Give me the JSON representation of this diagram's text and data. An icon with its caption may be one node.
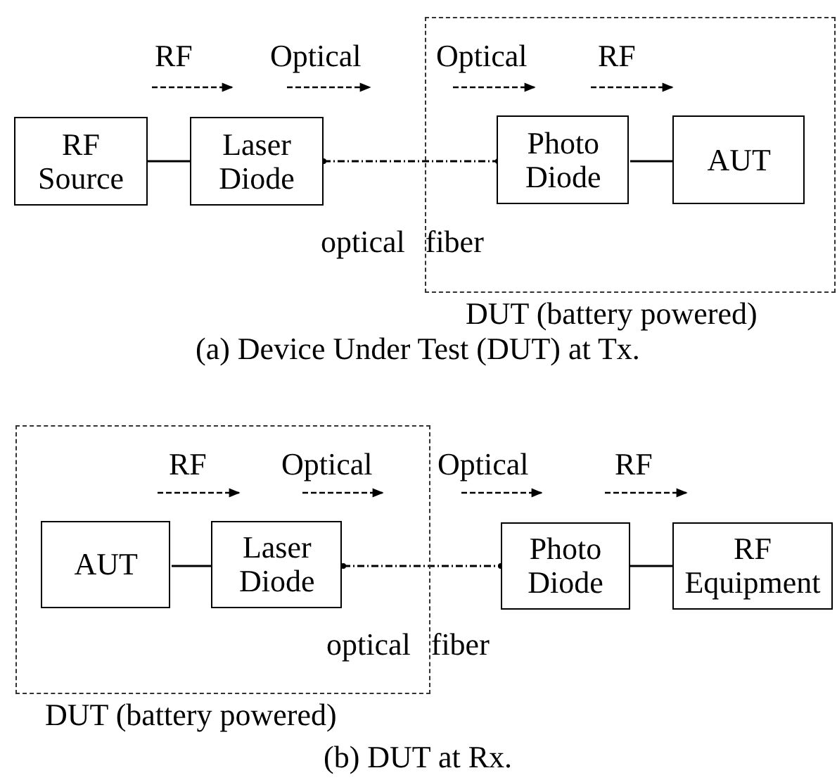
{
  "diagram": {
    "nodes": [
      {
        "text": [
          "DUT (battery powered)"
        ]
      },
      {
        "text": [
          "RF Source"
        ]
      },
      {
        "text": [
          "Laser Diode"
        ]
      },
      {
        "text": [
          "Photo Diode"
        ],
        "in": 0
      },
      {
        "text": [
          "AUT"
        ],
        "in": 0
      },
      {
        "text": [
          "DUT (battery powered)"
        ]
      },
      {
        "text": [
          "AUT"
        ],
        "in": 5
      },
      {
        "text": [
          "Laser Diode"
        ],
        "in": 5
      },
      {
        "text": [
          "Photo Diode"
        ]
      },
      {
        "text": [
          "RF Equipment"
        ]
      }
    ],
    "edges": [
      {
        "from": 1,
        "to": 2,
        "arrow": "none"
      },
      {
        "from": 2,
        "to": 3,
        "arrow": "other",
        "style": "dashed"
      },
      {
        "from": 3,
        "to": 4,
        "arrow": "none"
      },
      {
        "from": 6,
        "to": 7,
        "arrow": "none"
      },
      {
        "from": 7,
        "to": 8,
        "arrow": "other",
        "style": "dashed"
      },
      {
        "from": 8,
        "to": 9,
        "arrow": "none"
      }
    ],
    "labels": [
      "RF",
      "Optical",
      "Optical",
      "RF",
      "optical fiber",
      "(a) Device Under Test (DUT) at Tx.",
      "RF",
      "Optical",
      "Optical",
      "RF",
      "optical fiber",
      "(b) DUT at Rx."
    ]
  }
}
